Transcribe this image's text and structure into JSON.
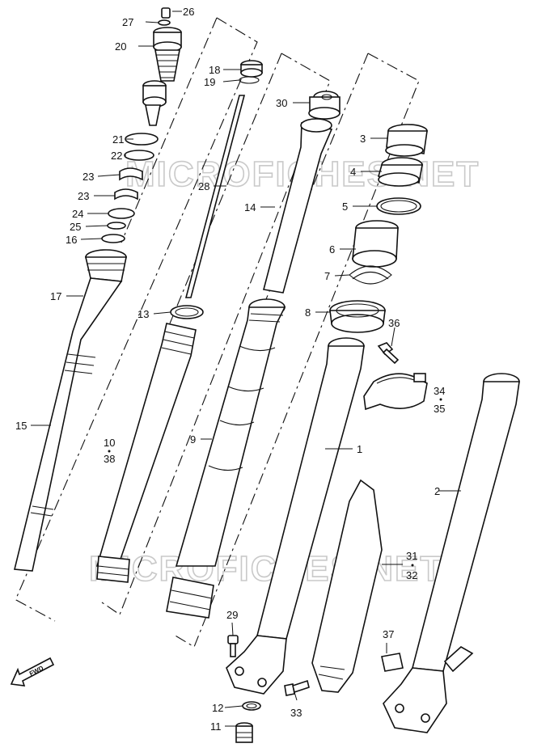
{
  "watermark": "MICROFICHES.NET",
  "fwd_label": "FWD",
  "callouts": [
    {
      "id": "c26",
      "text": "26"
    },
    {
      "id": "c27",
      "text": "27"
    },
    {
      "id": "c20",
      "text": "20"
    },
    {
      "id": "c18",
      "text": "18"
    },
    {
      "id": "c19",
      "text": "19"
    },
    {
      "id": "c30",
      "text": "30"
    },
    {
      "id": "c3",
      "text": "3"
    },
    {
      "id": "c4",
      "text": "4"
    },
    {
      "id": "c5",
      "text": "5"
    },
    {
      "id": "c6",
      "text": "6"
    },
    {
      "id": "c7",
      "text": "7"
    },
    {
      "id": "c8",
      "text": "8"
    },
    {
      "id": "c36",
      "text": "36"
    },
    {
      "id": "c34",
      "text": "34"
    },
    {
      "id": "c35",
      "text": "35"
    },
    {
      "id": "c21",
      "text": "21"
    },
    {
      "id": "c22",
      "text": "22"
    },
    {
      "id": "c23a",
      "text": "23"
    },
    {
      "id": "c23b",
      "text": "23"
    },
    {
      "id": "c24",
      "text": "24"
    },
    {
      "id": "c25",
      "text": "25"
    },
    {
      "id": "c16",
      "text": "16"
    },
    {
      "id": "c28",
      "text": "28"
    },
    {
      "id": "c14",
      "text": "14"
    },
    {
      "id": "c17",
      "text": "17"
    },
    {
      "id": "c13",
      "text": "13"
    },
    {
      "id": "c15",
      "text": "15"
    },
    {
      "id": "c10",
      "text": "10"
    },
    {
      "id": "c38",
      "text": "38"
    },
    {
      "id": "c9",
      "text": "9"
    },
    {
      "id": "c1",
      "text": "1"
    },
    {
      "id": "c2",
      "text": "2"
    },
    {
      "id": "c31",
      "text": "31"
    },
    {
      "id": "c32",
      "text": "32"
    },
    {
      "id": "c29",
      "text": "29"
    },
    {
      "id": "c37",
      "text": "37"
    },
    {
      "id": "c12",
      "text": "12"
    },
    {
      "id": "c11",
      "text": "11"
    },
    {
      "id": "c33",
      "text": "33"
    }
  ]
}
